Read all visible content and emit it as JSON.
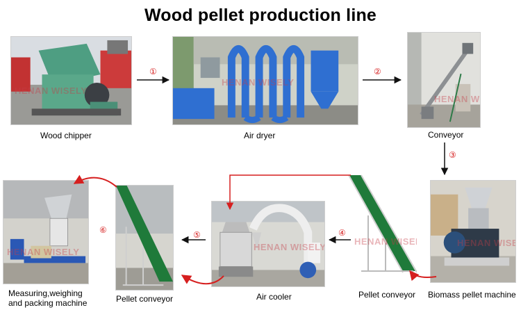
{
  "title": "Wood pellet production line",
  "watermark": "HENAN WISELY",
  "machines": {
    "wood_chipper": "Wood chipper",
    "air_dryer": "Air dryer",
    "conveyor": "Conveyor",
    "biomass_pellet_machine": "Biomass pellet machine",
    "pellet_conveyor_right": "Pellet conveyor",
    "air_cooler": "Air cooler",
    "pellet_conveyor_left": "Pellet conveyor",
    "packing_line1": "Measuring,weighing",
    "packing_line2": "and packing machine"
  },
  "steps": [
    "①",
    "②",
    "③",
    "④",
    "⑤",
    "⑥"
  ],
  "colors": {
    "arrow_red": "#d61f1f",
    "arrow_black": "#111111",
    "machine_green": "#5aa88a",
    "dryer_blue": "#2f6fd1",
    "belt_green": "#1f7a3a"
  }
}
